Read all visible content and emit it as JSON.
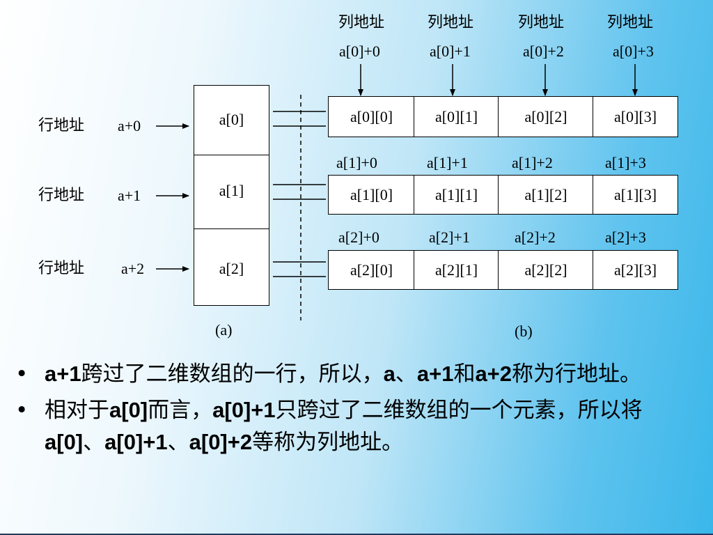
{
  "col_header_label": "列地址",
  "row_header_label": "行地址",
  "col_addresses_row0": [
    "a[0]+0",
    "a[0]+1",
    "a[0]+2",
    "a[0]+3"
  ],
  "col_addresses_row1": [
    "a[1]+0",
    "a[1]+1",
    "a[1]+2",
    "a[1]+3"
  ],
  "col_addresses_row2": [
    "a[2]+0",
    "a[2]+1",
    "a[2]+2",
    "a[2]+3"
  ],
  "row_pointers": [
    "a+0",
    "a+1",
    "a+2"
  ],
  "left_cells": [
    "a[0]",
    "a[1]",
    "a[2]"
  ],
  "grid": [
    [
      "a[0][0]",
      "a[0][1]",
      "a[0][2]",
      "a[0][3]"
    ],
    [
      "a[1][0]",
      "a[1][1]",
      "a[1][2]",
      "a[1][3]"
    ],
    [
      "a[2][0]",
      "a[2][1]",
      "a[2][2]",
      "a[2][3]"
    ]
  ],
  "caption_a": "(a)",
  "caption_b": "(b)",
  "bullet_symbol": "•",
  "bullets": [
    [
      {
        "t": "a+1",
        "b": true
      },
      {
        "t": "跨过了二维数组的一行，所以，",
        "b": false
      },
      {
        "t": "a",
        "b": true
      },
      {
        "t": "、",
        "b": false
      },
      {
        "t": "a+1",
        "b": true
      },
      {
        "t": "和",
        "b": false
      },
      {
        "t": "a+2",
        "b": true
      },
      {
        "t": "称为行地址。",
        "b": false
      }
    ],
    [
      {
        "t": "相对于",
        "b": false
      },
      {
        "t": "a[0]",
        "b": true
      },
      {
        "t": "而言，",
        "b": false
      },
      {
        "t": "a[0]+1",
        "b": true
      },
      {
        "t": "只跨过了二维数组的一个元素，所以将",
        "b": false
      },
      {
        "t": "a[0]",
        "b": true
      },
      {
        "t": "、",
        "b": false
      },
      {
        "t": "a[0]+1",
        "b": true
      },
      {
        "t": "、",
        "b": false
      },
      {
        "t": "a[0]+2",
        "b": true
      },
      {
        "t": "等称为列地址。",
        "b": false
      }
    ]
  ]
}
